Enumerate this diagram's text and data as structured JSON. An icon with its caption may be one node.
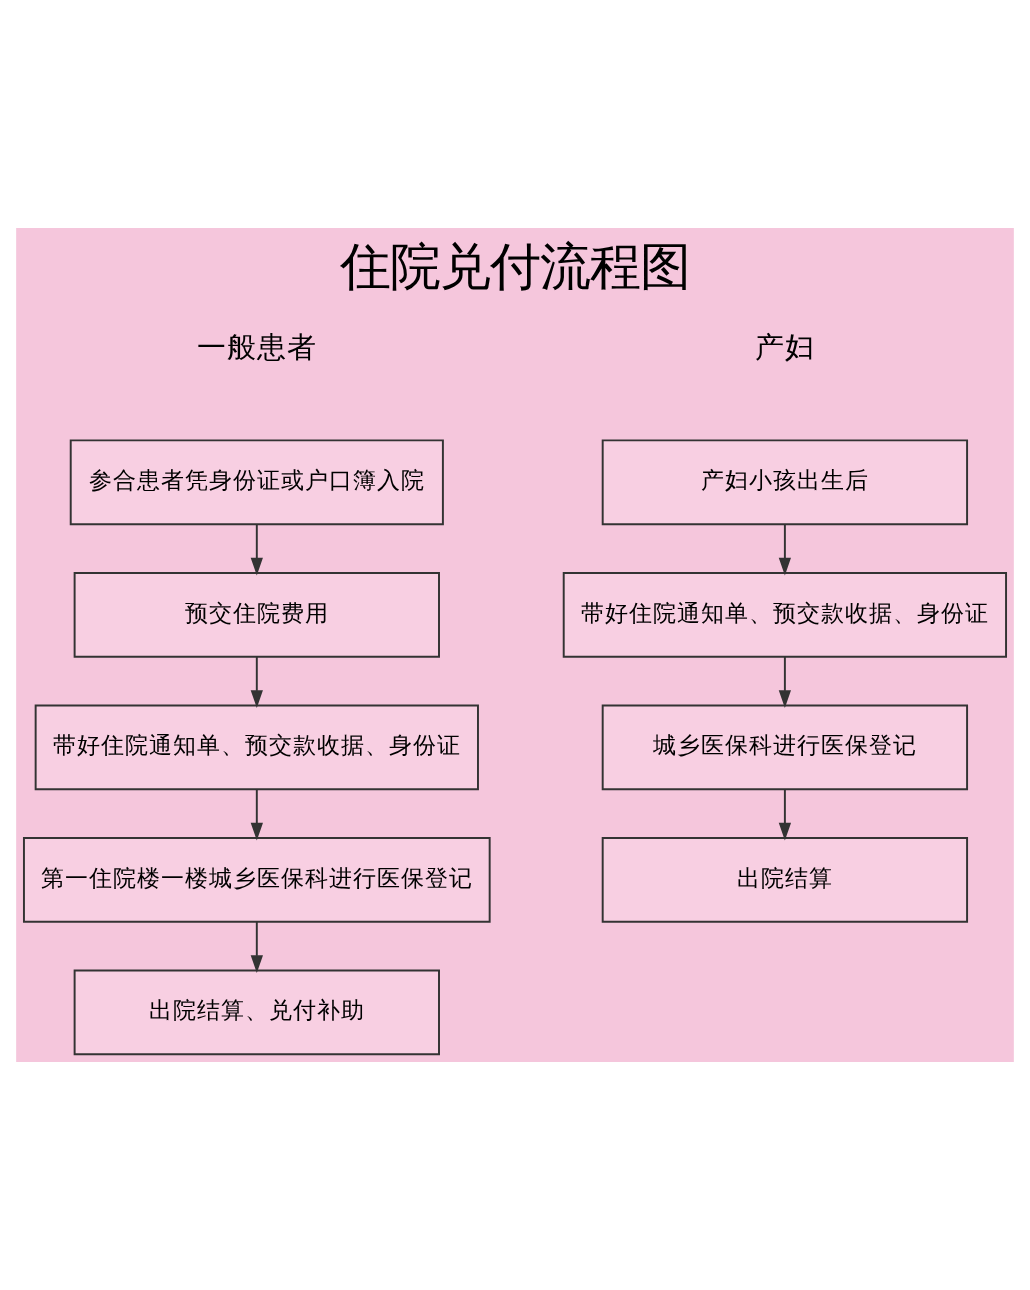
{
  "diagram": {
    "title": "住院兑付流程图",
    "nodes": [
      {
        "text": [
          "参合患者凭身份证或户口簿入院"
        ]
      },
      {
        "text": [
          "预交住院费用"
        ]
      },
      {
        "text": [
          "带好住院通知单、预交款收据、身份证"
        ]
      },
      {
        "text": [
          "第一住院楼一楼城乡医保科进行医保登记"
        ]
      },
      {
        "text": [
          "出院结算、兑付补助"
        ]
      },
      {
        "text": [
          "产妇小孩出生后"
        ]
      },
      {
        "text": [
          "带好住院通知单、预交款收据、身份证"
        ]
      },
      {
        "text": [
          "城乡医保科进行医保登记"
        ]
      },
      {
        "text": [
          "出院结算"
        ]
      }
    ],
    "edges": [
      {
        "from": 0,
        "to": 1,
        "arrow": "to"
      },
      {
        "from": 1,
        "to": 2,
        "arrow": "to"
      },
      {
        "from": 2,
        "to": 3,
        "arrow": "to"
      },
      {
        "from": 3,
        "to": 4,
        "arrow": "to"
      },
      {
        "from": 5,
        "to": 6,
        "arrow": "to"
      },
      {
        "from": 6,
        "to": 7,
        "arrow": "to"
      },
      {
        "from": 7,
        "to": 8,
        "arrow": "to"
      }
    ],
    "labels": [
      "一般患者",
      "产妇"
    ]
  }
}
